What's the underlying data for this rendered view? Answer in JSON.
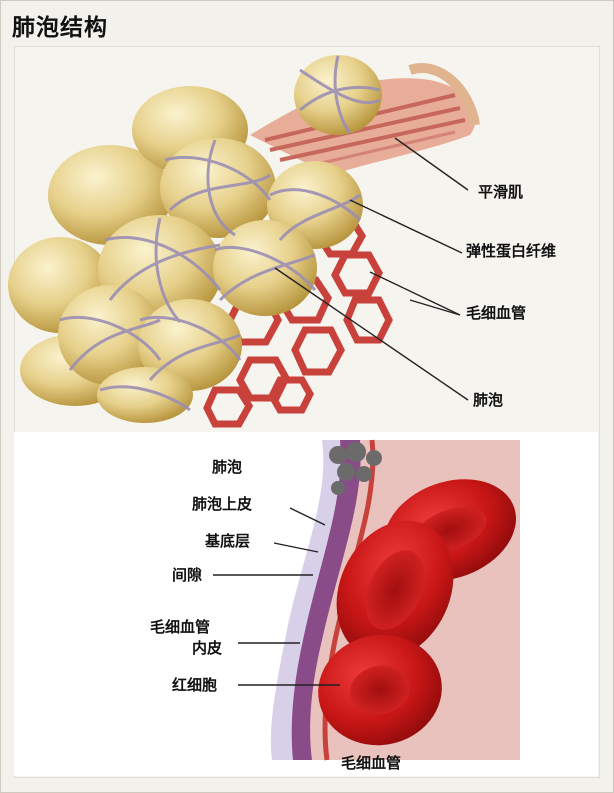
{
  "page": {
    "title": "肺泡结构"
  },
  "top_diagram": {
    "labels": {
      "smooth_muscle": "平滑肌",
      "elastin": "弹性蛋白纤维",
      "capillary": "毛细血管",
      "alveolus": "肺泡"
    }
  },
  "bottom_diagram": {
    "labels": {
      "alveolus": "肺泡",
      "epithelium": "肺泡上皮",
      "basement_membrane": "基底层",
      "interstitium": "间隙",
      "capillary_endothelium_line1": "毛细血管",
      "capillary_endothelium_line2": "内皮",
      "red_blood_cell": "红细胞",
      "capillary": "毛细血管"
    }
  },
  "colors": {
    "alveolus_fill": "#e4d08a",
    "alveolus_shadow": "#b89a45",
    "fiber": "#9c8fb4",
    "muscle": "#d98880",
    "capillary": "#c9413b",
    "rbc": "#c41414",
    "membrane": "#7b3a78"
  }
}
